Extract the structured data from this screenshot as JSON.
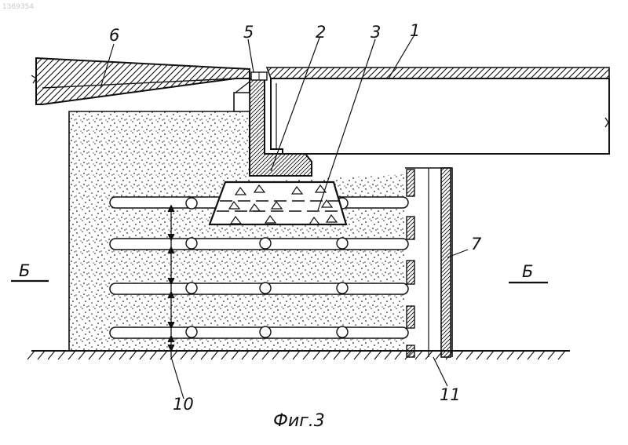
{
  "document_number": "1369354",
  "caption": "Фиг.3",
  "section_marks": {
    "left": "Б",
    "right": "Б"
  },
  "labels": {
    "slab": "1",
    "shelf": "2",
    "block": "3",
    "support": "5",
    "ramp": "6",
    "wall": "7",
    "rods": "10",
    "cavity": "11"
  },
  "rod_rows": 4
}
